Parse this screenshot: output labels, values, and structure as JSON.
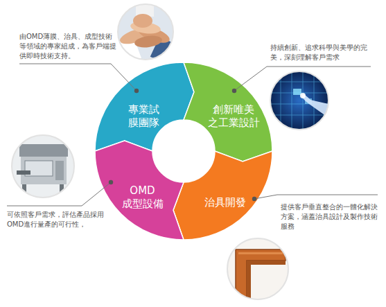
{
  "diagram": {
    "nodes": [
      {
        "text": [
          "專業試 膜團隊"
        ]
      },
      {
        "text": [
          "創新唯美 之工業設計"
        ]
      },
      {
        "text": [
          "治具開發"
        ]
      },
      {
        "text": [
          "OMD 成型設備"
        ]
      }
    ],
    "labels": [
      "由OMD薄膜、治具、成型技術 等領域的專家組成，為客戶端提 供即時技術支持。",
      "持續創新、追求科學與美學的完 美，深刻理解客戶需求",
      "可依照客戶需求，評估產品採用 OMD進行量產的可行性，",
      "提供客戶垂直整合的一體化解決 方案，涵蓋治具設計及製作技術 服務"
    ]
  }
}
